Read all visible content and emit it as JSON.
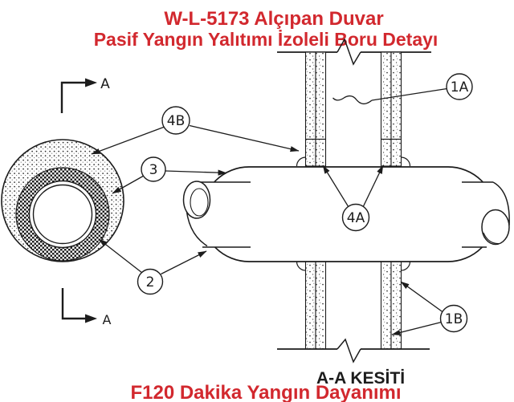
{
  "colors": {
    "accent_red": "#d2282e",
    "ink": "#1c1c1c",
    "background": "#ffffff"
  },
  "header": {
    "line1": "W-L-5173 Alçıpan Duvar",
    "line2": "Pasif Yangın Yalıtımı İzoleli Boru Detayı"
  },
  "footer": {
    "section_title": "A-A KESİTİ",
    "fire_rating": "F120 Dakika Yangın Dayanımı"
  },
  "section_markers": {
    "top_label": "A",
    "bottom_label": "A"
  },
  "callouts": {
    "c4b": {
      "label": "4B"
    },
    "c3": {
      "label": "3"
    },
    "c2": {
      "label": "2"
    },
    "c4a": {
      "label": "4A"
    },
    "c1a": {
      "label": "1A"
    },
    "c1b": {
      "label": "1B"
    }
  }
}
